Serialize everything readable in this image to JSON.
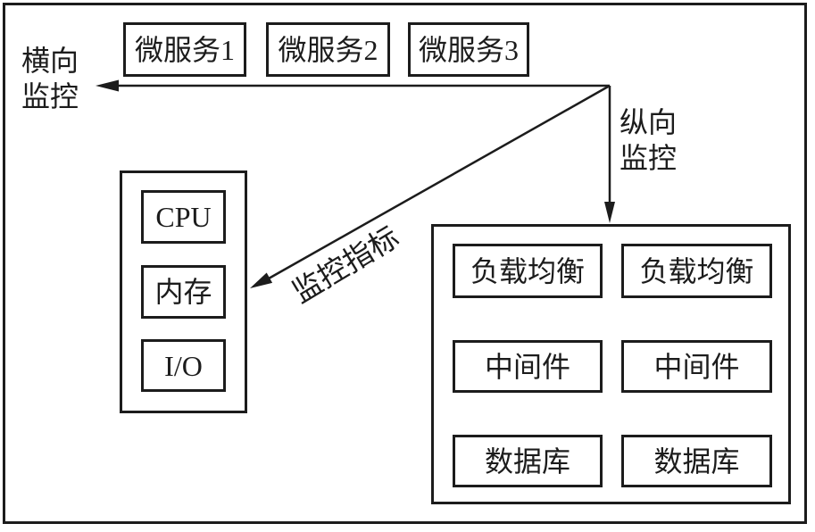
{
  "diagram": {
    "microservices": [
      {
        "label": "微服务1"
      },
      {
        "label": "微服务2"
      },
      {
        "label": "微服务3"
      }
    ],
    "horizontal_monitoring": {
      "line1": "横向",
      "line2": "监控"
    },
    "vertical_monitoring": {
      "line1": "纵向",
      "line2": "监控"
    },
    "metrics_arrow_label": "监控指标",
    "host_metrics": [
      "CPU",
      "内存",
      "I/O"
    ],
    "stacks": [
      {
        "items": [
          "负载均衡",
          "中间件",
          "数据库"
        ]
      },
      {
        "items": [
          "负载均衡",
          "中间件",
          "数据库"
        ]
      }
    ],
    "colors": {
      "line": "#1c1c1c",
      "background": "#ffffff"
    }
  }
}
